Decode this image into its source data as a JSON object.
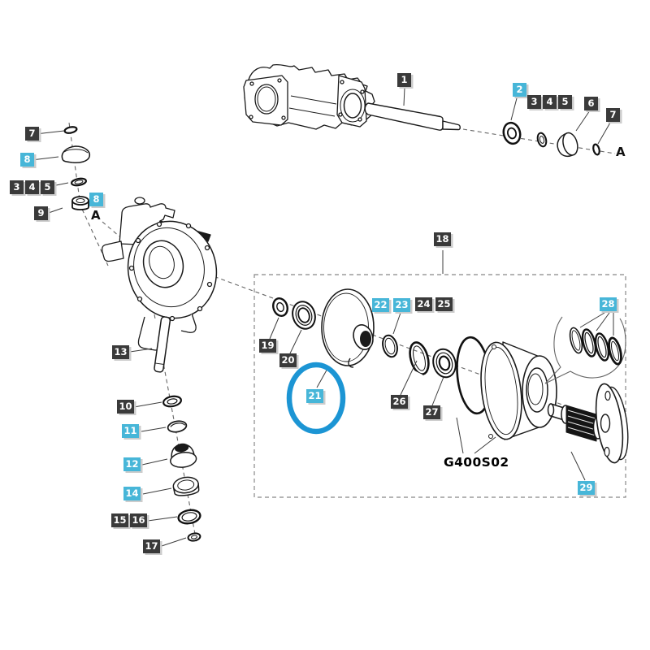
{
  "diagram_type": "exploded-parts-diagram",
  "colors": {
    "dark_label_bg": "#3a3a3a",
    "cyan_label_bg": "#47b6d8",
    "label_text": "#ffffff",
    "highlight_circle": "#1c95d4",
    "line_art": "#1a1a1a",
    "background": "#ffffff"
  },
  "annotations": {
    "part_code": "G400S02",
    "ref_letter_left": "A",
    "ref_letter_right": "A"
  },
  "highlighted_part": "21",
  "callouts": {
    "tr": {
      "c1": "1",
      "c2": "2",
      "c3": "3",
      "c4": "4",
      "c5": "5",
      "c6": "6",
      "c7": "7"
    },
    "tl": {
      "c7": "7",
      "c8a": "8",
      "c3": "3",
      "c4": "4",
      "c5": "5",
      "c8b": "8",
      "c9": "9"
    },
    "lc": {
      "c13": "13",
      "c10": "10",
      "c11": "11",
      "c12": "12",
      "c14": "14",
      "c15": "15",
      "c16": "16",
      "c17": "17"
    },
    "bx": {
      "c18": "18",
      "c19": "19",
      "c20": "20",
      "c21": "21",
      "c22": "22",
      "c23": "23",
      "c24": "24",
      "c25": "25",
      "c26": "26",
      "c27": "27",
      "c28": "28",
      "c29": "29"
    }
  }
}
